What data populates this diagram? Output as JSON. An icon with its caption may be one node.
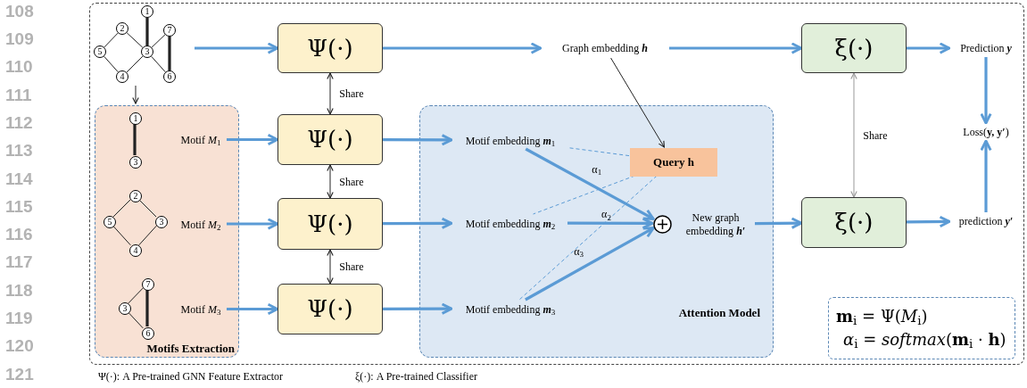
{
  "diagram": {
    "nodes": [
      {
        "text": [],
        "shape": "picture"
      },
      {
        "text": [
          "1"
        ],
        "in": 0
      },
      {
        "text": [
          "2"
        ],
        "in": 0
      },
      {
        "text": [
          "7"
        ],
        "in": 0
      },
      {
        "text": [
          "5"
        ],
        "in": 0
      },
      {
        "text": [
          "3"
        ],
        "in": 0
      },
      {
        "text": [
          "4"
        ],
        "in": 0
      },
      {
        "text": [
          "6"
        ],
        "in": 0
      },
      {
        "text": [
          "Motifs Extraction"
        ]
      },
      {
        "text": [],
        "shape": "picture",
        "in": 8
      },
      {
        "text": [
          "1"
        ],
        "in": 9
      },
      {
        "text": [
          "3"
        ],
        "in": 9
      },
      {
        "text": [
          "Motif *M*$_{1}$"
        ],
        "in": 8
      },
      {
        "text": [],
        "shape": "picture",
        "in": 8
      },
      {
        "text": [
          "2"
        ],
        "in": 13
      },
      {
        "text": [
          "5"
        ],
        "in": 13
      },
      {
        "text": [
          "3"
        ],
        "in": 13
      },
      {
        "text": [
          "4"
        ],
        "in": 13
      },
      {
        "text": [
          "Motif *M*$_{2}$"
        ],
        "in": 8
      },
      {
        "text": [],
        "shape": "picture",
        "in": 8
      },
      {
        "text": [
          "7"
        ],
        "in": 19
      },
      {
        "text": [
          "3"
        ],
        "in": 19
      },
      {
        "text": [
          "6"
        ],
        "in": 19
      },
      {
        "text": [
          "Motif *M*$_{3}$"
        ],
        "in": 8
      },
      {
        "text": [
          "Ψ(·)"
        ]
      },
      {
        "text": [
          "Ψ(·)"
        ]
      },
      {
        "text": [
          "Ψ(·)"
        ]
      },
      {
        "text": [
          "Ψ(·)"
        ]
      },
      {
        "text": [
          "Graph embedding **h**"
        ]
      },
      {
        "text": [
          "Attention Model"
        ]
      },
      {
        "text": [
          "Motif embedding **m**$_{1}$"
        ],
        "in": 29
      },
      {
        "text": [
          "Query h"
        ],
        "in": 29
      },
      {
        "text": [
          "Motif embedding **m**$_{2}$"
        ],
        "in": 29
      },
      {
        "text": [
          "Motif embedding **m**$_{3}$"
        ],
        "in": 29
      },
      {
        "text": [],
        "shape": "circle",
        "in": 29
      },
      {
        "text": [
          "New graph embedding **h′**"
        ],
        "in": 29
      },
      {
        "text": [
          "ξ(·)"
        ]
      },
      {
        "text": [
          "ξ(·)"
        ]
      },
      {
        "text": [
          "Prediction **y**"
        ]
      },
      {
        "text": [
          "Loss(**y, y′**)"
        ]
      },
      {
        "text": [
          "prediction **y′**"
        ]
      },
      {
        "text": [
          "**m**$_{i}$ = Ψ(*M*$_{i}$)",
          "*α*$_{i}$ = *softmax*(**m**$_{i}$ · **h**)"
        ]
      }
    ],
    "edges": [
      {
        "from": 1,
        "to": 5,
        "arrow": "none",
        "style": "thick"
      },
      {
        "from": 2,
        "to": 5,
        "arrow": "none"
      },
      {
        "from": 2,
        "to": 4,
        "arrow": "none"
      },
      {
        "from": 4,
        "to": 6,
        "arrow": "none"
      },
      {
        "from": 6,
        "to": 5,
        "arrow": "none"
      },
      {
        "from": 5,
        "to": 3,
        "arrow": "none"
      },
      {
        "from": 3,
        "to": 7,
        "arrow": "none",
        "style": "thick"
      },
      {
        "from": 5,
        "to": 7,
        "arrow": "none"
      },
      {
        "from": 10,
        "to": 11,
        "arrow": "none",
        "style": "thick"
      },
      {
        "from": 14,
        "to": 15,
        "arrow": "none"
      },
      {
        "from": 14,
        "to": 16,
        "arrow": "none"
      },
      {
        "from": 15,
        "to": 17,
        "arrow": "none"
      },
      {
        "from": 17,
        "to": 16,
        "arrow": "none"
      },
      {
        "from": 21,
        "to": 20,
        "arrow": "none"
      },
      {
        "from": 20,
        "to": 22,
        "arrow": "none",
        "style": "thick"
      },
      {
        "from": 21,
        "to": 22,
        "arrow": "none"
      },
      {
        "from": 0,
        "to": 8,
        "arrow": "to"
      },
      {
        "from": 0,
        "to": 24,
        "arrow": "to",
        "style": "thick",
        "color": "#5b9bd5"
      },
      {
        "from": 12,
        "to": 25,
        "arrow": "to",
        "style": "thick",
        "color": "#5b9bd5"
      },
      {
        "from": 18,
        "to": 26,
        "arrow": "to",
        "style": "thick",
        "color": "#5b9bd5"
      },
      {
        "from": 23,
        "to": 27,
        "arrow": "to",
        "style": "thick",
        "color": "#5b9bd5"
      },
      {
        "from": 24,
        "to": 25,
        "arrow": "both",
        "label": "Share"
      },
      {
        "from": 25,
        "to": 26,
        "arrow": "both",
        "label": "Share"
      },
      {
        "from": 26,
        "to": 27,
        "arrow": "both",
        "label": "Share"
      },
      {
        "from": 24,
        "to": 28,
        "arrow": "to",
        "style": "thick",
        "color": "#5b9bd5"
      },
      {
        "from": 25,
        "to": 30,
        "arrow": "to",
        "style": "thick",
        "color": "#5b9bd5"
      },
      {
        "from": 26,
        "to": 32,
        "arrow": "to",
        "style": "thick",
        "color": "#5b9bd5"
      },
      {
        "from": 27,
        "to": 33,
        "arrow": "to",
        "style": "thick",
        "color": "#5b9bd5"
      },
      {
        "from": 28,
        "to": 31,
        "arrow": "to"
      },
      {
        "from": 31,
        "to": 30,
        "arrow": "none",
        "style": "dashed",
        "color": "#5b9bd5"
      },
      {
        "from": 31,
        "to": 32,
        "arrow": "none",
        "style": "dashed",
        "color": "#5b9bd5"
      },
      {
        "from": 31,
        "to": 33,
        "arrow": "none",
        "style": "dashed",
        "color": "#5b9bd5"
      },
      {
        "from": 30,
        "to": 34,
        "arrow": "to",
        "label": "α$_{1}$",
        "style": "thick",
        "color": "#5b9bd5"
      },
      {
        "from": 32,
        "to": 34,
        "arrow": "to",
        "label": "α$_{2}$",
        "style": "thick",
        "color": "#5b9bd5"
      },
      {
        "from": 33,
        "to": 34,
        "arrow": "to",
        "label": "α$_{3}$",
        "style": "thick",
        "color": "#5b9bd5"
      },
      {
        "from": 28,
        "to": 36,
        "arrow": "to",
        "style": "thick",
        "color": "#5b9bd5"
      },
      {
        "from": 35,
        "to": 37,
        "arrow": "to",
        "style": "thick",
        "color": "#5b9bd5"
      },
      {
        "from": 36,
        "to": 37,
        "arrow": "both",
        "label": "Share",
        "color": "#999999"
      },
      {
        "from": 36,
        "to": 38,
        "arrow": "to",
        "style": "thick",
        "color": "#5b9bd5"
      },
      {
        "from": 37,
        "to": 40,
        "arrow": "to",
        "style": "thick",
        "color": "#5b9bd5"
      },
      {
        "from": 38,
        "to": 39,
        "arrow": "to",
        "style": "thick",
        "color": "#5b9bd5"
      },
      {
        "from": 40,
        "to": 39,
        "arrow": "to",
        "style": "thick",
        "color": "#5b9bd5"
      }
    ],
    "labels": [
      "108",
      "109",
      "110",
      "111",
      "112",
      "113",
      "114",
      "115",
      "116",
      "117",
      "118",
      "119",
      "120",
      "121",
      "Ψ(·): A Pre-trained GNN Feature Extractor",
      "ξ(·): A Pre-trained Classifier"
    ]
  }
}
